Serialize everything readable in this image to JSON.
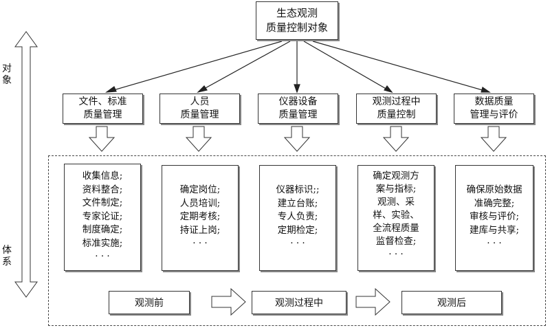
{
  "root": {
    "lines": [
      "生态观测",
      "质量控制对象"
    ]
  },
  "side": {
    "top": [
      "对",
      "象"
    ],
    "bottom": [
      "体",
      "系"
    ]
  },
  "categories": [
    {
      "lines": [
        "文件、标准",
        "质量管理"
      ]
    },
    {
      "lines": [
        "人员",
        "质量管理"
      ]
    },
    {
      "lines": [
        "仪器设备",
        "质量管理"
      ]
    },
    {
      "lines": [
        "观测过程中",
        "质量控制"
      ]
    },
    {
      "lines": [
        "数据质量",
        "管理与评价"
      ]
    }
  ],
  "details": [
    {
      "lines": [
        "收集信息;",
        "资料整合;",
        "文件制定;",
        "专家论证;",
        "制度确定;",
        "标准实施;",
        "· · ·"
      ]
    },
    {
      "lines": [
        "确定岗位;",
        "人员培训;",
        "定期考核;",
        "持证上岗;",
        "· · ·"
      ]
    },
    {
      "lines": [
        "仪器标识;;",
        "建立台账;",
        "专人负责;",
        "定期检定;",
        "· · ·"
      ]
    },
    {
      "lines": [
        "确定观测方",
        "案与指标;",
        "观测、采",
        "样、实验、",
        "全流程质量",
        "监督检查;",
        "· · ·"
      ]
    },
    {
      "lines": [
        "确保原始数据",
        "准确完整;",
        "审核与评价;",
        "建库与共享;",
        "· · ·"
      ]
    }
  ],
  "stages": [
    "观测前",
    "观测过程中",
    "观测后"
  ]
}
